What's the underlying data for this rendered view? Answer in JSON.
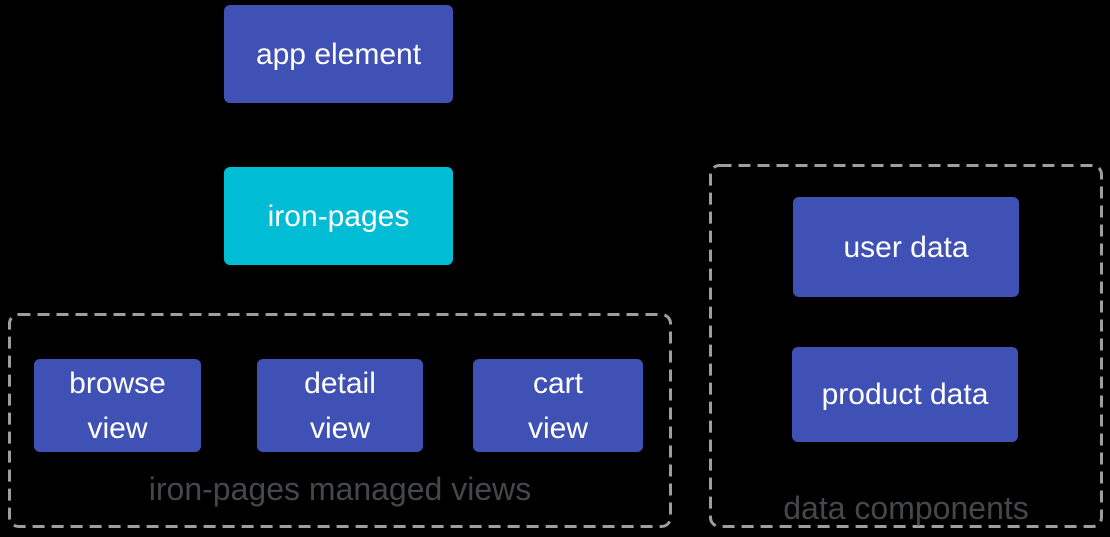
{
  "diagram": {
    "description": "app element architecture diagram",
    "colors": {
      "background": "#000000",
      "node_primary": "#3f51b5",
      "node_accent": "#00bcd4",
      "node_text": "#ffffff",
      "group_border": "#9e9e9e",
      "group_caption": "#45484b"
    },
    "nodes": {
      "app_element": {
        "label": "app element"
      },
      "iron_pages": {
        "label": "iron-pages"
      },
      "browse_view": {
        "label": "browse\nview"
      },
      "detail_view": {
        "label": "detail\nview"
      },
      "cart_view": {
        "label": "cart\nview"
      },
      "user_data": {
        "label": "user data"
      },
      "product_data": {
        "label": "product data"
      }
    },
    "groups": {
      "managed_views": {
        "caption": "iron-pages managed views"
      },
      "data_components": {
        "caption": "data components"
      }
    }
  }
}
